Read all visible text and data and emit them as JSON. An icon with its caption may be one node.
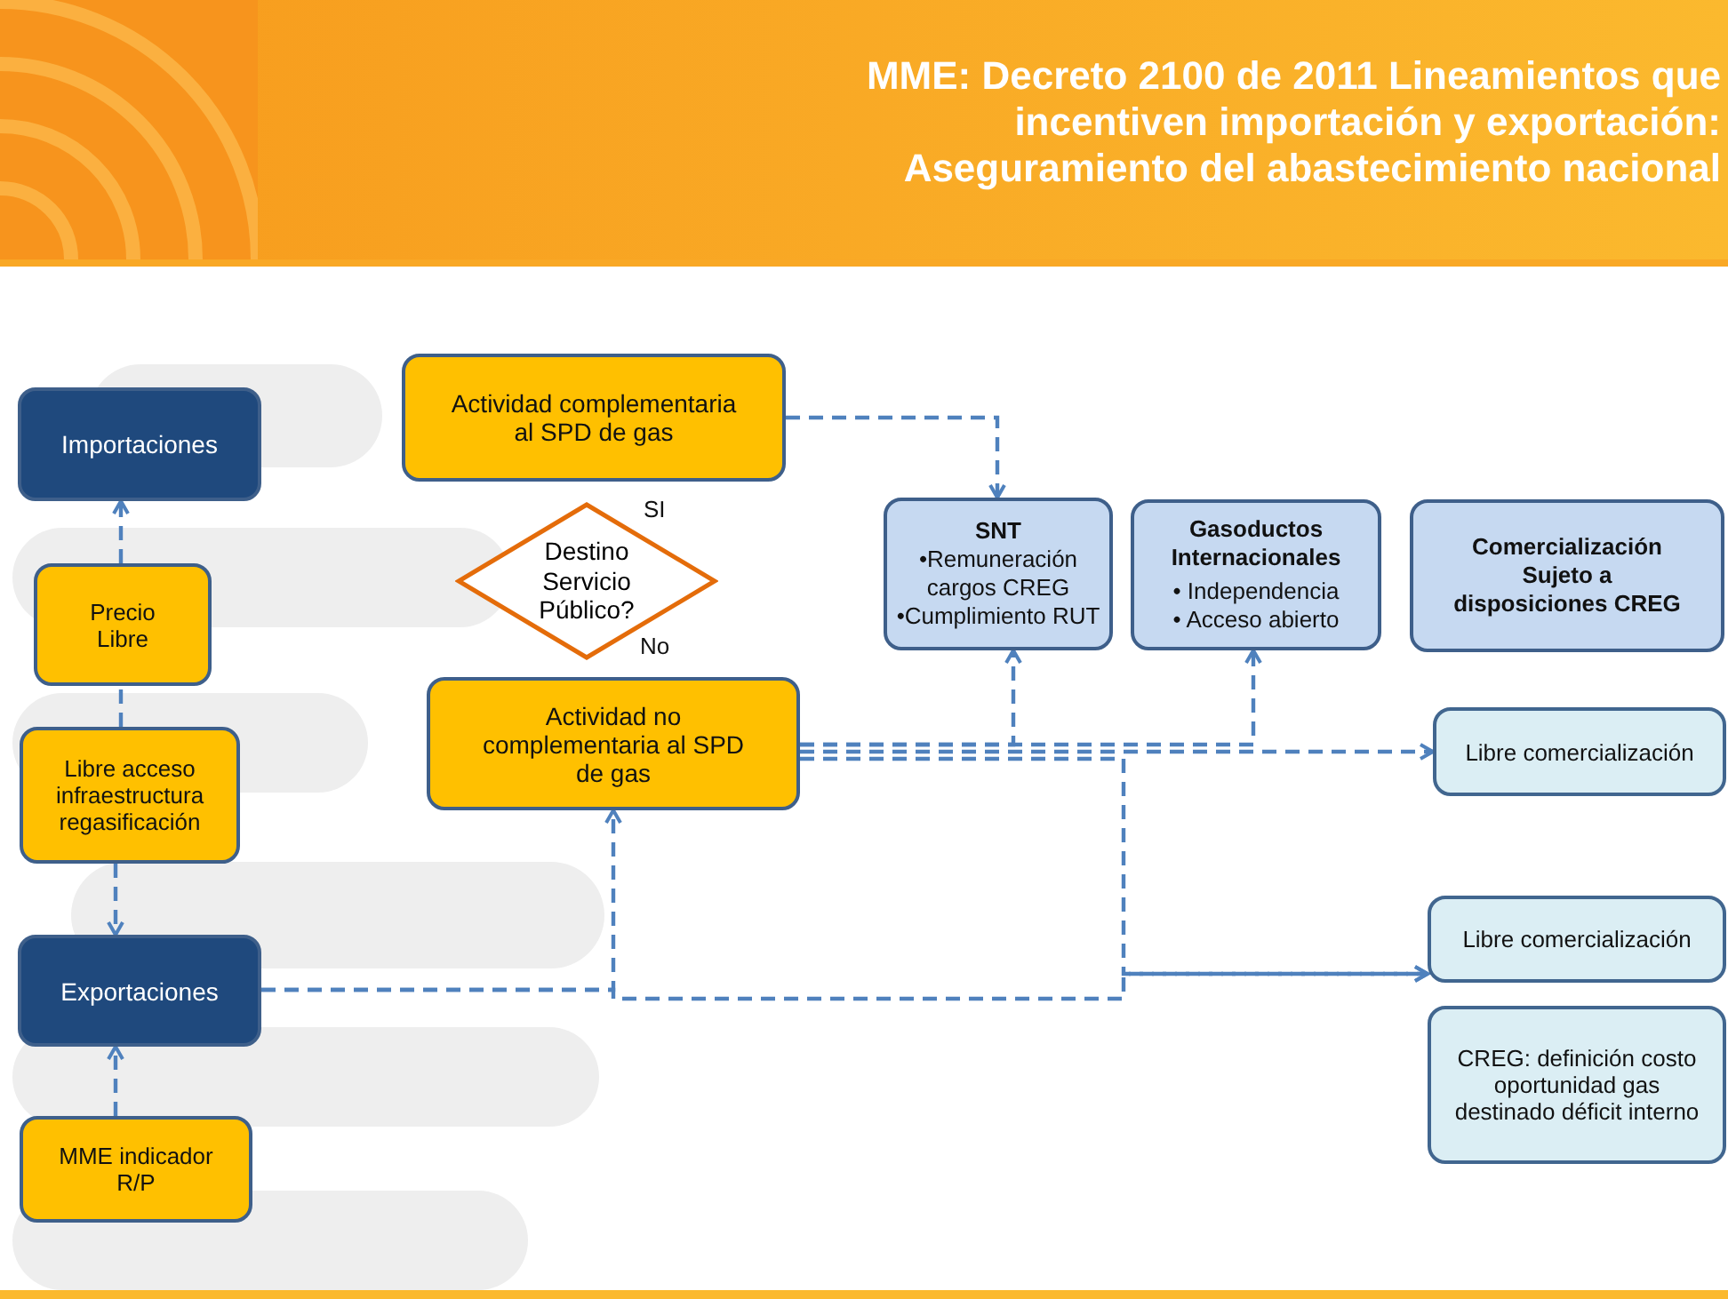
{
  "diagram": {
    "title": "MME: Decreto 2100 de 2011 Lineamientos que incentiven importación y exportación: Aseguramiento del abastecimiento nacional",
    "nodes": [
      {
        "text": [
          "Importaciones"
        ]
      },
      {
        "text": [
          "Actividad complementaria al SPD de gas"
        ]
      },
      {
        "text": [
          "Destino Servicio Público?"
        ],
        "beside": [
          "SI",
          "No"
        ]
      },
      {
        "text": [
          "SNT",
          "•Remuneración cargos CREG",
          "•Cumplimiento RUT"
        ]
      },
      {
        "text": [
          "Gasoductos Internacionales",
          "• Independencia",
          "• Acceso abierto"
        ]
      },
      {
        "text": [
          "Comercialización Sujeto a disposiciones CREG"
        ]
      },
      {
        "text": [
          "Precio Libre"
        ]
      },
      {
        "text": [
          "Actividad no complementaria al SPD de gas"
        ]
      },
      {
        "text": [
          "Libre comercialización"
        ]
      },
      {
        "text": [
          "Libre acceso infraestructura regasificación"
        ]
      },
      {
        "text": [
          "Libre comercialización"
        ]
      },
      {
        "text": [
          "Exportaciones"
        ]
      },
      {
        "text": [
          "CREG: definición costo oportunidad gas destinado déficit interno"
        ]
      },
      {
        "text": [
          "MME indicador R/P"
        ]
      }
    ],
    "edges": [
      {
        "from": 6,
        "to": 0,
        "arrow": "to",
        "style": "dashed"
      },
      {
        "from": 9,
        "to": 6,
        "arrow": "none",
        "style": "dashed"
      },
      {
        "from": 9,
        "to": 11,
        "arrow": "to",
        "style": "dashed"
      },
      {
        "from": 13,
        "to": 11,
        "arrow": "to",
        "style": "dashed"
      },
      {
        "from": 1,
        "to": 3,
        "arrow": "to",
        "style": "dashed"
      },
      {
        "from": 7,
        "to": 3,
        "arrow": "to",
        "style": "dashed"
      },
      {
        "from": 7,
        "to": 4,
        "arrow": "to",
        "style": "dashed"
      },
      {
        "from": 7,
        "to": 8,
        "arrow": "to",
        "style": "dashed"
      },
      {
        "from": 7,
        "to": 10,
        "arrow": "to",
        "style": "dashed"
      },
      {
        "from": 11,
        "to": 7,
        "arrow": "to",
        "style": "dashed"
      },
      {
        "from": 11,
        "to": 10,
        "arrow": "to",
        "style": "dashed"
      }
    ]
  }
}
